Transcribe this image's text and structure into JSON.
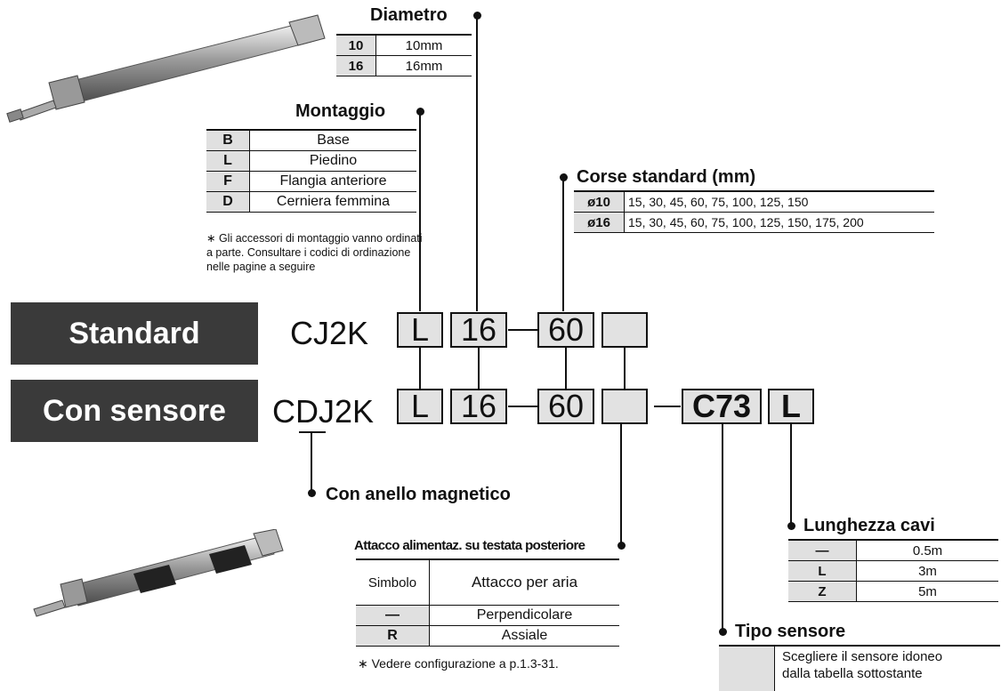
{
  "diametro": {
    "title": "Diametro",
    "rows": [
      {
        "code": "10",
        "value": "10mm"
      },
      {
        "code": "16",
        "value": "16mm"
      }
    ]
  },
  "montaggio": {
    "title": "Montaggio",
    "rows": [
      {
        "code": "B",
        "value": "Base"
      },
      {
        "code": "L",
        "value": "Piedino"
      },
      {
        "code": "F",
        "value": "Flangia anteriore"
      },
      {
        "code": "D",
        "value": "Cerniera femmina"
      }
    ],
    "note": "∗ Gli accessori di montaggio vanno ordinati a parte. Consultare i codici di ordinazione nelle pagine a seguire"
  },
  "corse": {
    "title": "Corse standard (mm)",
    "rows": [
      {
        "code": "ø10",
        "value": "15, 30, 45, 60, 75, 100, 125, 150"
      },
      {
        "code": "ø16",
        "value": "15, 30, 45, 60, 75, 100, 125, 150, 175, 200"
      }
    ]
  },
  "labels": {
    "standard": "Standard",
    "con_sensore": "Con sensore"
  },
  "models": {
    "standard_prefix": "CJ2K",
    "sensor_prefix": "CDJ2K",
    "mount": "L",
    "bore": "16",
    "stroke": "60",
    "sensor_type": "C73",
    "cable": "L"
  },
  "magnet": "Con anello magnetico",
  "attacco": {
    "title": "Attacco alimentaz. su testata posteriore",
    "header_symbol": "Simbolo",
    "header_port": "Attacco per aria",
    "rows": [
      {
        "code": "—",
        "value": "Perpendicolare"
      },
      {
        "code": "R",
        "value": "Assiale"
      }
    ],
    "note": "∗ Vedere configurazione a  p.1.3-31."
  },
  "cavi": {
    "title": "Lunghezza cavi",
    "rows": [
      {
        "code": "—",
        "value": "0.5m"
      },
      {
        "code": "L",
        "value": "3m"
      },
      {
        "code": "Z",
        "value": "5m"
      }
    ]
  },
  "sensore": {
    "title": "Tipo sensore",
    "text": "Scegliere il sensore idoneo dalla tabella sottostante"
  },
  "colors": {
    "box_fill": "#e2e2e2",
    "label_bg": "#3a3a3a",
    "code_fill": "#e0e0e0"
  }
}
